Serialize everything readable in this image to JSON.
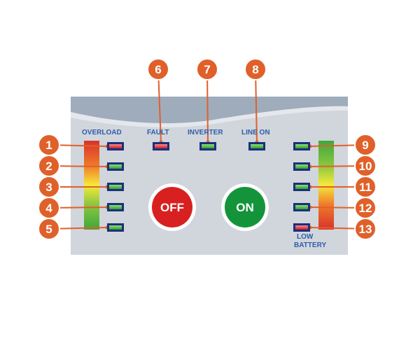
{
  "panel": {
    "labels": {
      "overload": "OVERLOAD",
      "fault": "FAULT",
      "inverter": "INVERTER",
      "line_on": "LINE ON",
      "low_battery_line1": "LOW",
      "low_battery_line2": "BATTERY"
    },
    "buttons": {
      "off": "OFF",
      "on": "ON"
    }
  },
  "callouts": [
    "1",
    "2",
    "3",
    "4",
    "5",
    "6",
    "7",
    "8",
    "9",
    "10",
    "11",
    "12",
    "13"
  ],
  "colors": {
    "panel_bg": "#d1d5dc",
    "panel_wave": "#9eacbb",
    "label_blue": "#2e5da8",
    "callout_orange": "#e0602a",
    "off_button": "#d92020",
    "on_button": "#14943a",
    "led_green": "#3fbf3a",
    "led_red": "#e0303a",
    "led_frame": "#1b2f7a"
  }
}
